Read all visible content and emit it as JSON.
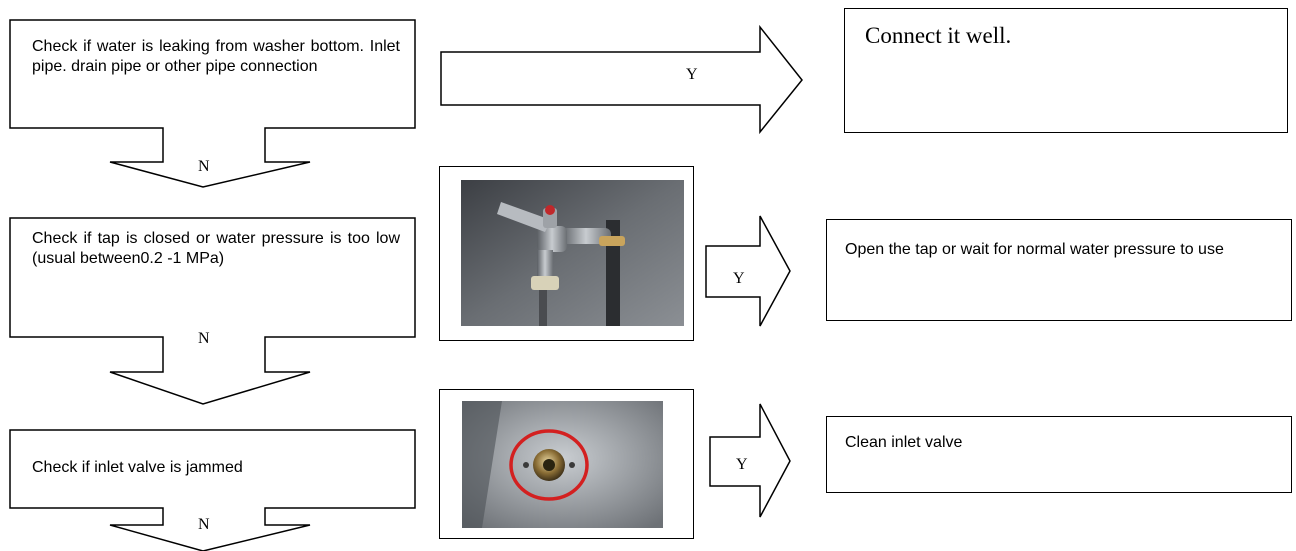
{
  "steps": [
    {
      "question": "Check if water is leaking from washer bottom. Inlet pipe. drain pipe or other pipe connection",
      "yes_label": "Y",
      "no_label": "N",
      "action": "Connect it well."
    },
    {
      "question": "Check if tap is closed or water pressure is too low (usual between0.2 -1 MPa)",
      "yes_label": "Y",
      "no_label": "N",
      "action": "Open the tap or wait for normal water pressure to use",
      "photo": "water-tap-photo"
    },
    {
      "question": "Check if inlet valve is jammed",
      "yes_label": "Y",
      "no_label": "N",
      "action": "Clean inlet valve",
      "photo": "inlet-valve-photo"
    }
  ],
  "colors": {
    "line": "#000000",
    "highlight_ring": "#d32020"
  }
}
